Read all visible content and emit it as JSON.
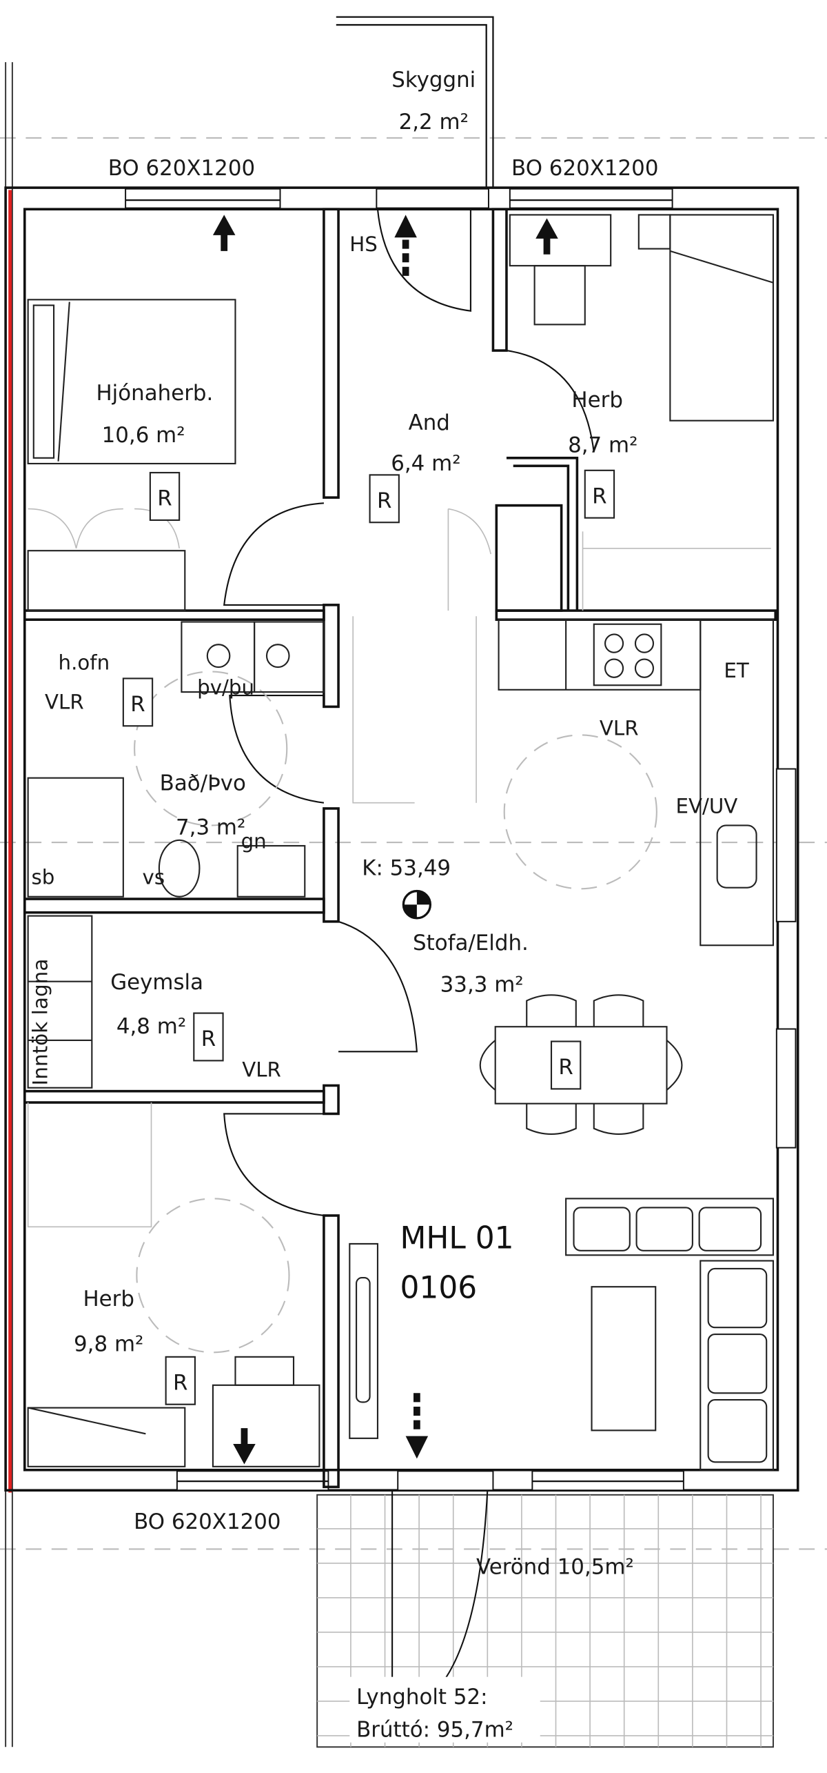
{
  "plan": {
    "unit_id": "MHL 01",
    "unit_number": "0106",
    "canopy": {
      "name": "Skyggni",
      "area": "2,2 m²"
    },
    "windows": [
      "BO 620X1200",
      "BO 620X1200",
      "BO 620X1200"
    ],
    "rooms": {
      "master": {
        "name": "Hjónaherb.",
        "area": "10,6 m²"
      },
      "hall": {
        "name": "And",
        "area": "6,4 m²"
      },
      "bed_ne": {
        "name": "Herb",
        "area": "8,7 m²"
      },
      "bath": {
        "name": "Bað/Þvo",
        "area": "7,3 m²"
      },
      "living": {
        "name": "Stofa/Eldh.",
        "area": "33,3 m²"
      },
      "storage": {
        "name": "Geymsla",
        "area": "4,8 m²"
      },
      "bed_sw": {
        "name": "Herb",
        "area": "9,8 m²"
      },
      "porch": {
        "label": "Verönd 10,5m²"
      }
    },
    "annotations": {
      "hs": "HS",
      "hofn": "h.ofn",
      "vlr": "VLR",
      "washer_dryer": "þv/þu",
      "et": "ET",
      "ev_uv": "EV/UV",
      "sb": "sb",
      "vs": "vs",
      "gn": "gn",
      "elevation": "K: 53,49",
      "inntok": "Inntök lagna",
      "r": "R"
    },
    "footer": {
      "address": "Lyngholt 52:",
      "gross": "Brúttó: 95,7m²"
    },
    "colors": {
      "accent_line": "#e02020"
    }
  }
}
